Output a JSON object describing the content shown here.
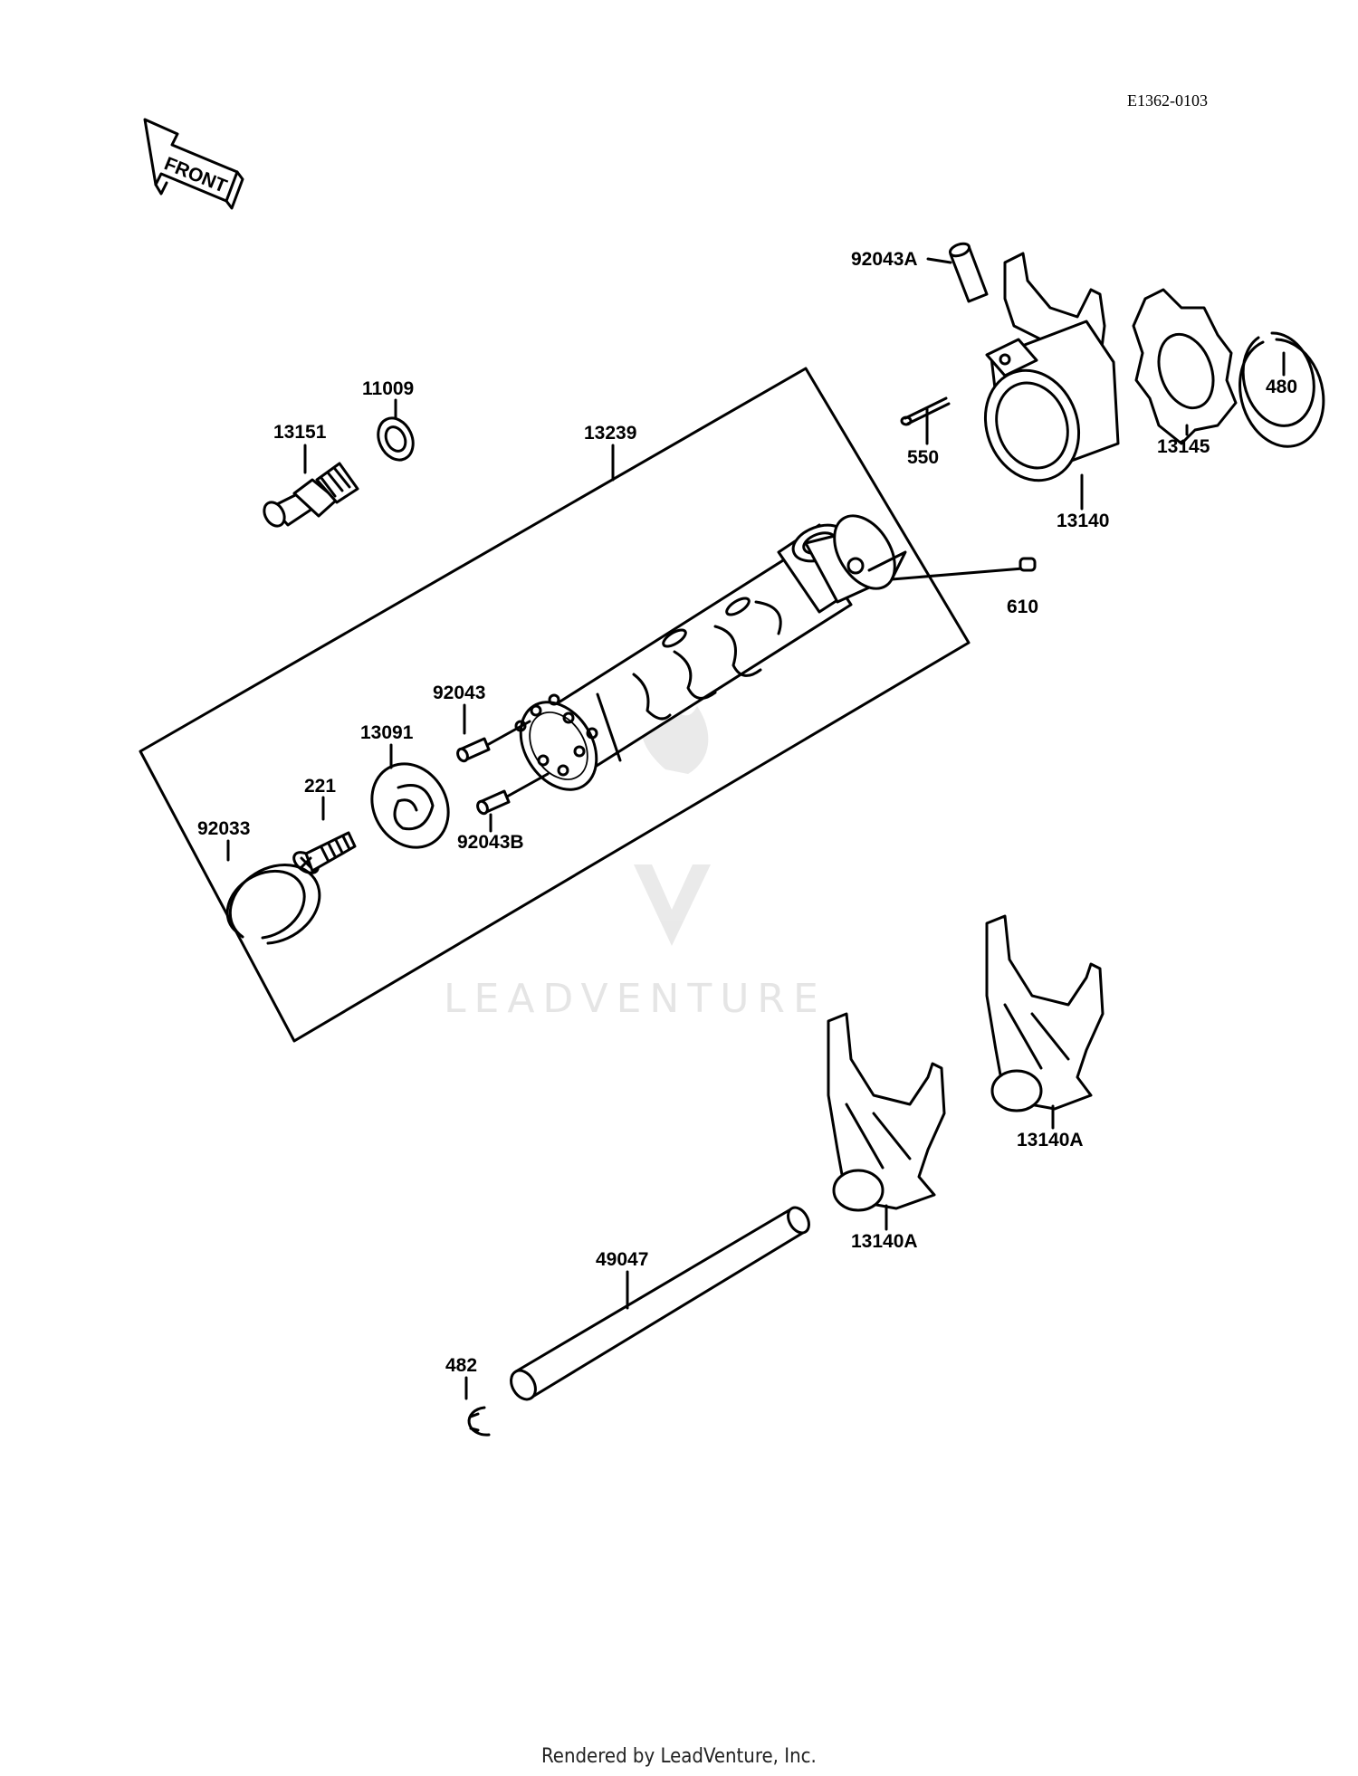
{
  "diagram_code": "E1362-0103",
  "front_arrow_label": "FRONT",
  "watermark": "LEADVENTURE",
  "footer": "Rendered by LeadVenture, Inc.",
  "parts": {
    "p92043A": "92043A",
    "p480": "480",
    "p13145": "13145",
    "p550": "550",
    "p13140": "13140",
    "p11009": "11009",
    "p13151": "13151",
    "p13239": "13239",
    "p610": "610",
    "p92043": "92043",
    "p13091": "13091",
    "p221": "221",
    "p92043B": "92043B",
    "p92033": "92033",
    "p13140A_upper": "13140A",
    "p13140A_lower": "13140A",
    "p49047": "49047",
    "p482": "482"
  }
}
